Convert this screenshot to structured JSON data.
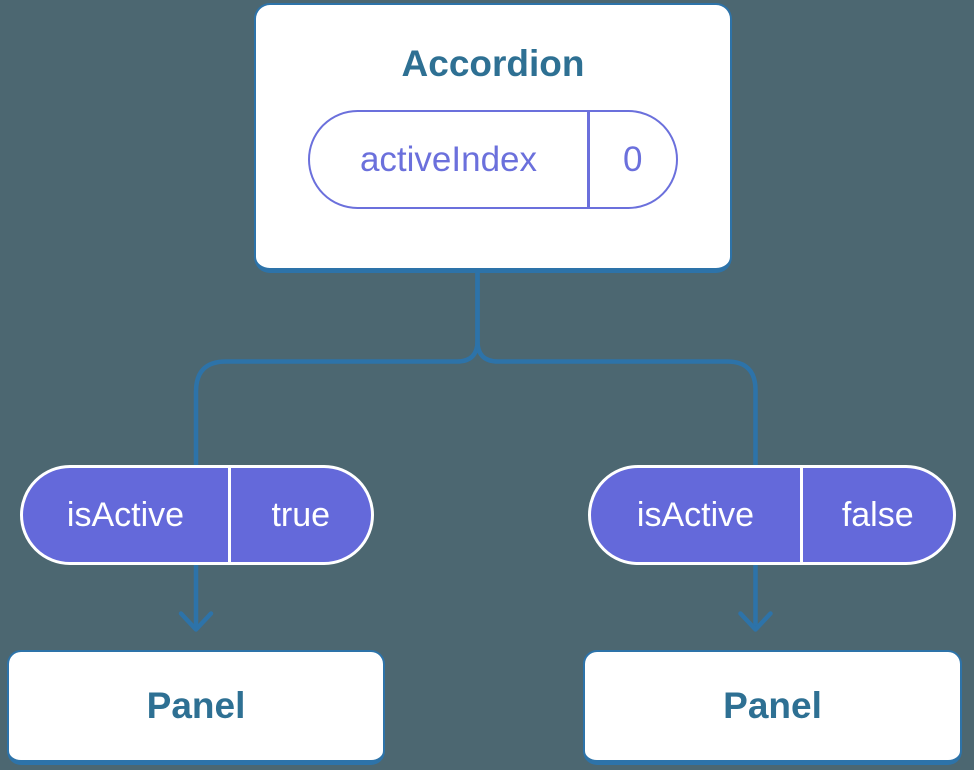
{
  "colors": {
    "bg": "#4C6771",
    "line-blue": "#2D73A9",
    "node-border": "#2D73A9",
    "node-fill": "#FFFFFF",
    "label-teal": "#2E7093",
    "purple": "#6B70DC",
    "pill-fill": "#6469DA",
    "pill-text": "#FFFFFF"
  },
  "diagram": {
    "root": {
      "title": "Accordion",
      "state": {
        "name": "activeIndex",
        "value": "0"
      }
    },
    "props": [
      {
        "name": "isActive",
        "value": "true"
      },
      {
        "name": "isActive",
        "value": "false"
      }
    ],
    "children": [
      {
        "title": "Panel"
      },
      {
        "title": "Panel"
      }
    ]
  }
}
